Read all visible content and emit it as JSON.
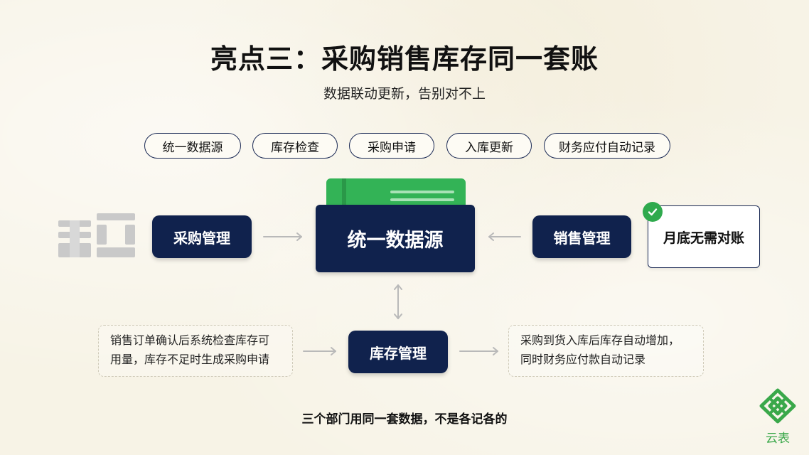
{
  "title": "亮点三：采购销售库存同一套账",
  "subtitle": "数据联动更新，告别对不上",
  "tags": [
    "统一数据源",
    "库存检查",
    "采购申请",
    "入库更新",
    "财务应付自动记录"
  ],
  "center": {
    "label": "统一数据源"
  },
  "nodes": {
    "purchase": "采购管理",
    "sales": "销售管理",
    "inventory": "库存管理"
  },
  "card": {
    "label": "月底无需对账"
  },
  "notes": {
    "left_line1": "销售订单确认后系统检查库存可",
    "left_line2": "用量，库存不足时生成采购申请",
    "right_line1": "采购到货入库后库存自动增加，",
    "right_line2": "同时财务应付款自动记录"
  },
  "footer": "三个部门用同一套数据，不是各记各的",
  "logo": {
    "text": "云表"
  },
  "colors": {
    "navy": "#10224d",
    "green": "#33b356",
    "background": "#f7f3e6",
    "arrow": "#b9b9b9"
  },
  "icons": {
    "folder": "green-folder-icon",
    "check": "check-circle-icon",
    "decor": "building-blocks-icon",
    "logo": "yunbiao-logo-icon"
  }
}
